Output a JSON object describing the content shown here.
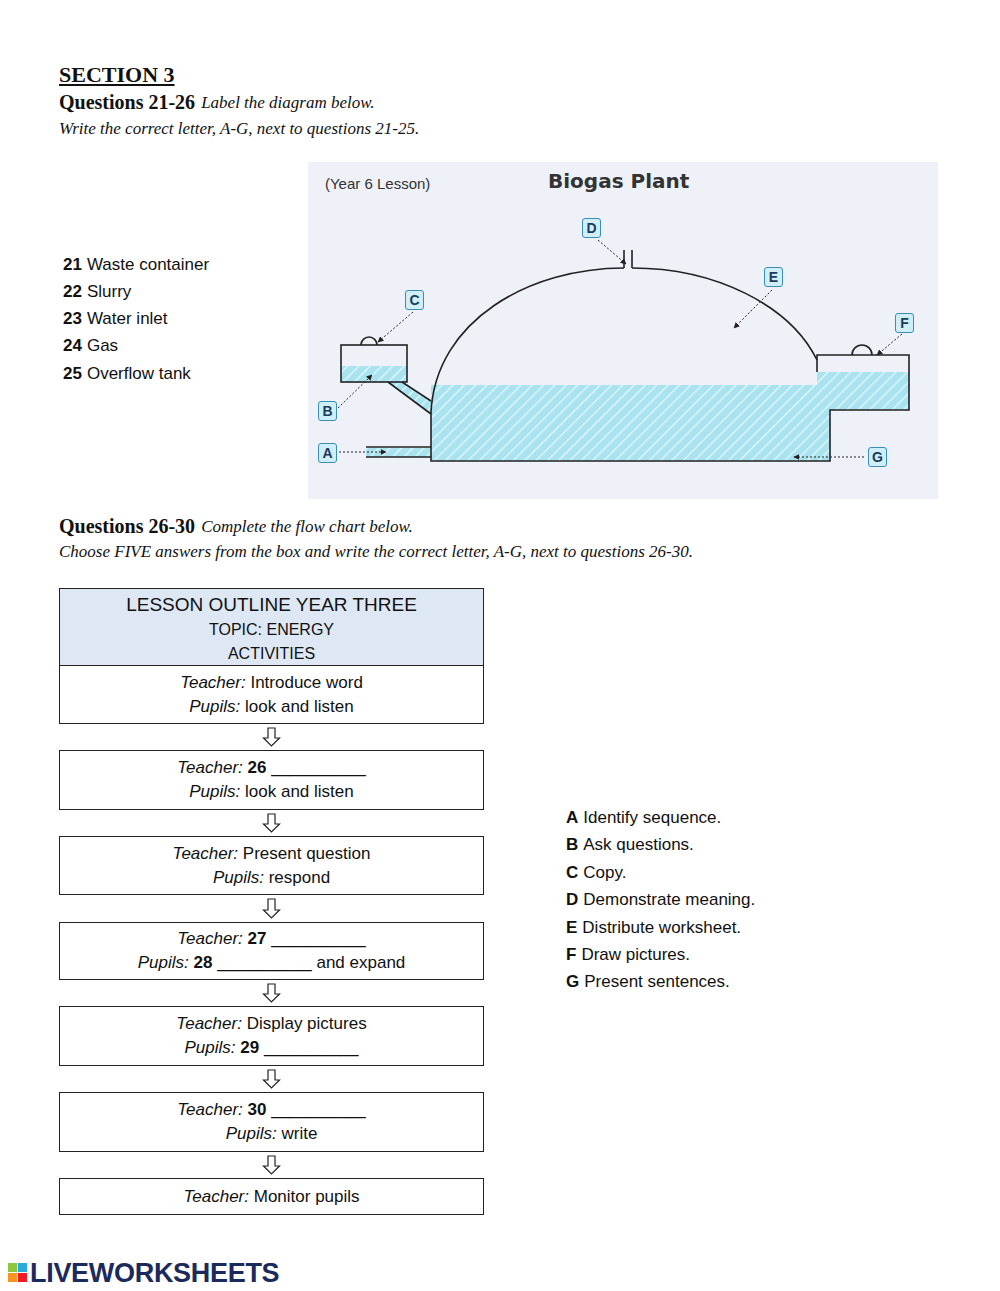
{
  "diagram": {
    "nodes": [
      {
        "text": [
          "LESSON OUTLINE YEAR THREE",
          "TOPIC: ENERGY",
          "ACTIVITIES"
        ]
      },
      {
        "text": [
          "Teacher:",
          "Introduce word",
          "Pupils:",
          "look and listen"
        ]
      },
      {
        "text": [
          "Teacher:",
          "26",
          "__________",
          "Pupils:",
          "look and listen"
        ]
      },
      {
        "text": [
          "Teacher:",
          "Present question",
          "Pupils:",
          "respond"
        ]
      },
      {
        "text": [
          "Teacher:",
          "27",
          "__________",
          "Pupils:",
          "28",
          "__________",
          "and expand"
        ]
      },
      {
        "text": [
          "Teacher:",
          "Display pictures",
          "Pupils:",
          "29",
          "__________"
        ]
      },
      {
        "text": [
          "Teacher:",
          "30",
          "__________",
          "Pupils:",
          "write"
        ]
      },
      {
        "text": [
          "Teacher:",
          "Monitor pupils"
        ]
      }
    ],
    "edges": [
      {
        "from": 1,
        "to": 2,
        "arrow": "to"
      },
      {
        "from": 2,
        "to": 3,
        "arrow": "to"
      },
      {
        "from": 3,
        "to": 4,
        "arrow": "to"
      },
      {
        "from": 4,
        "to": 5,
        "arrow": "to"
      },
      {
        "from": 5,
        "to": 6,
        "arrow": "to"
      },
      {
        "from": 6,
        "to": 7,
        "arrow": "to"
      }
    ],
    "labels": [
      "SECTION 3",
      "Questions 21-26",
      "Label the diagram below.",
      "Write the correct letter, A-G, next to questions 21-25.",
      "21",
      "Waste container",
      "22",
      "Slurry",
      "23",
      "Water inlet",
      "24",
      "Gas",
      "25",
      "Overflow tank",
      "(Year 6 Lesson)",
      "Biogas Plant",
      "D",
      "E",
      "C",
      "F",
      "B",
      "A",
      "G",
      "Questions 26-30",
      "Complete the flow chart below.",
      "Choose FIVE answers from the box and write the correct letter, A-G, next to questions 26-30.",
      "A",
      "Identify sequence.",
      "B",
      "Ask questions.",
      "C",
      "Copy.",
      "D",
      "Demonstrate meaning.",
      "E",
      "Distribute worksheet.",
      "F",
      "Draw pictures.",
      "G",
      "Present sentences.",
      "LIVEWORKSHEETS"
    ]
  }
}
